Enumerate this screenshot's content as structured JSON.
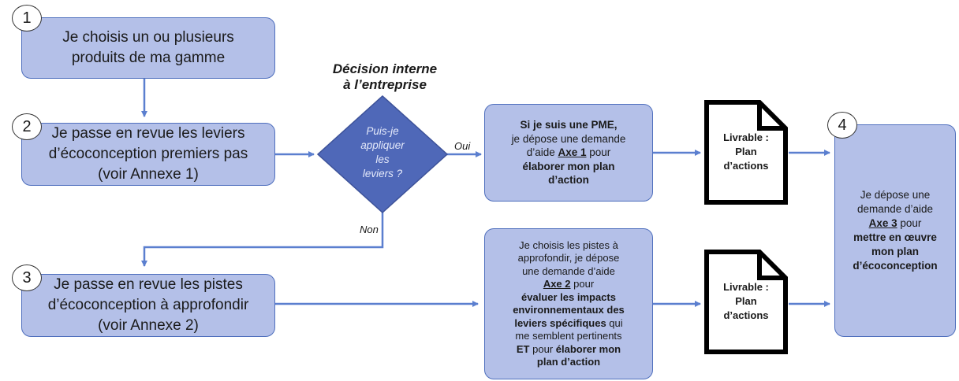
{
  "steps": [
    {
      "number": "1",
      "line1": "Je choisis un ou plusieurs",
      "line2": "produits de ma gamme"
    },
    {
      "number": "2",
      "line1": "Je passe en revue les leviers",
      "line2": "d’écoconception premiers pas",
      "line3": "(voir Annexe 1)"
    },
    {
      "number": "3",
      "line1": "Je passe en revue les pistes",
      "line2": "d’écoconception à approfondir",
      "line3": "(voir Annexe 2)"
    },
    {
      "number": "4"
    }
  ],
  "decision": {
    "heading_line1": "Décision interne",
    "heading_line2": "à l’entreprise",
    "question_lines": [
      "Puis-je",
      "appliquer",
      "les",
      "leviers ?"
    ],
    "yes_label": "Oui",
    "no_label": "Non"
  },
  "axe1_box": {
    "bold1": "Si je suis une PME,",
    "text1": "je dépose une demande",
    "text2": "d’aide",
    "axe": "Axe 1",
    "text3": "pour",
    "bold2": "élaborer mon plan",
    "bold3": "d’action"
  },
  "axe2_box": {
    "text1": "Je choisis les pistes à",
    "text2": "approfondir, je dépose",
    "text3": "une demande d’aide",
    "axe": "Axe 2",
    "text4": "pour",
    "bold1": "évaluer les impacts",
    "bold2": "environnementaux des",
    "bold3": "leviers spécifiques",
    "text5": "qui",
    "text6": "me semblent pertinents",
    "bold4": "ET",
    "text7": "pour",
    "bold5": "élaborer mon",
    "bold6": "plan d’action"
  },
  "deliverables": [
    {
      "line1": "Livrable :",
      "line2": "Plan",
      "line3": "d’actions"
    },
    {
      "line1": "Livrable :",
      "line2": "Plan",
      "line3": "d’actions"
    }
  ],
  "axe3_box": {
    "text1": "Je dépose une",
    "text2": "demande d’aide",
    "axe": "Axe 3",
    "text3": "pour",
    "bold1": "mettre en œuvre",
    "bold2": "mon plan",
    "bold3": "d’écoconception"
  },
  "colors": {
    "box_fill": "#b4c0e8",
    "box_border": "#4f6fbd",
    "diamond_fill": "#4f68b8",
    "arrow": "#5b7fcf",
    "document": "#000000"
  }
}
